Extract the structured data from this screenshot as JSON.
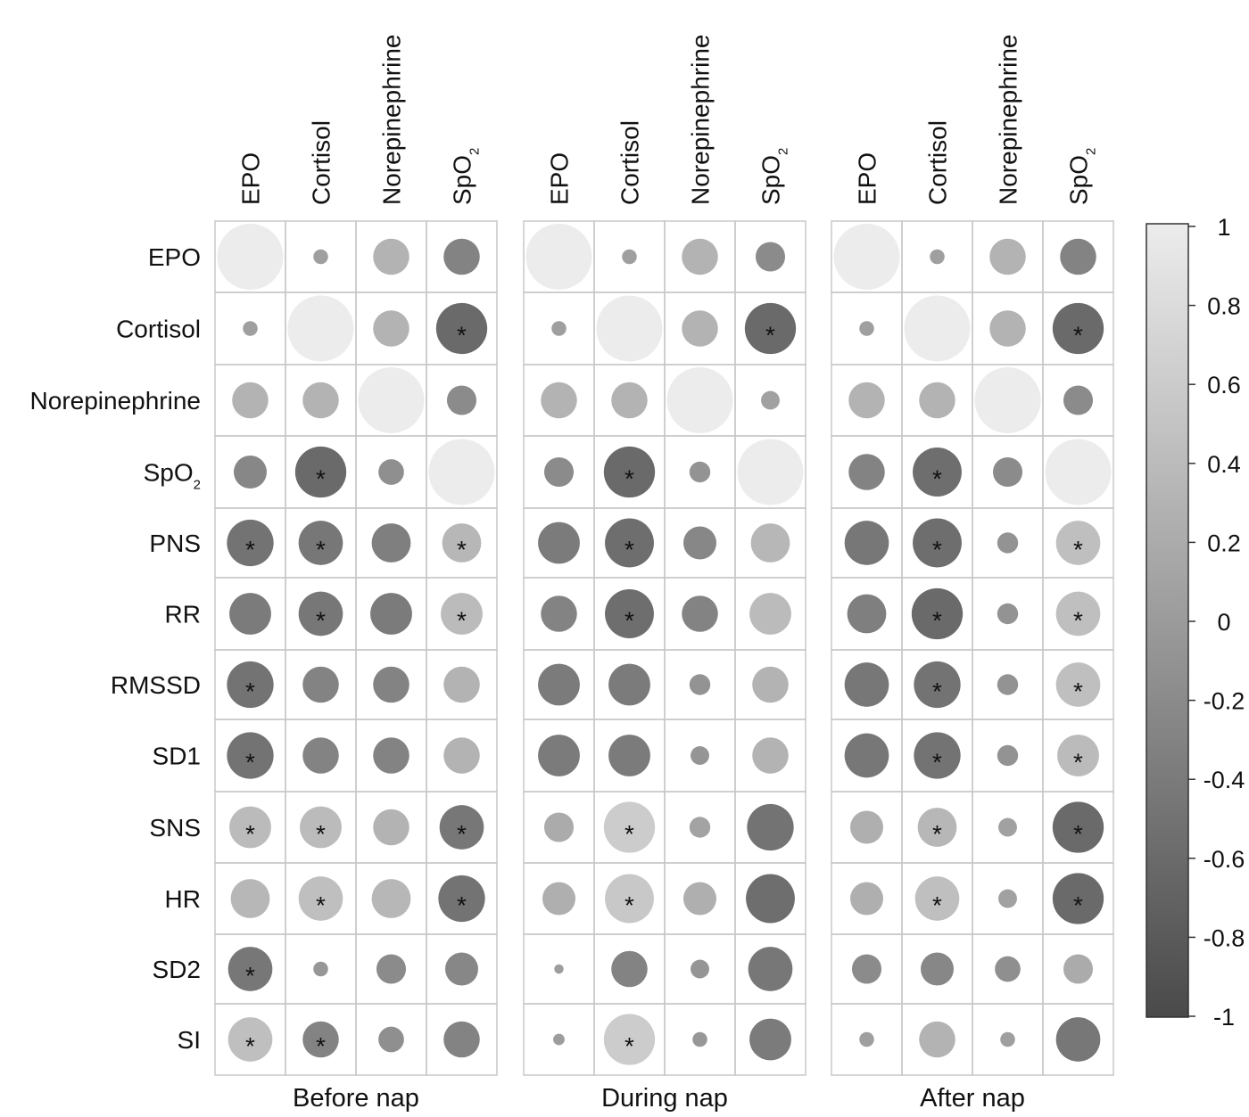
{
  "chart_data": {
    "type": "heatmap",
    "columns": [
      "EPO",
      "Cortisol",
      "Norepinephrine",
      "SpO2"
    ],
    "rows": [
      "EPO",
      "Cortisol",
      "Norepinephrine",
      "SpO2",
      "PNS",
      "RR",
      "RMSSD",
      "SD1",
      "SNS",
      "HR",
      "SD2",
      "SI"
    ],
    "subscript": {
      "SpO2": {
        "base": "SpO",
        "sub": "2"
      }
    },
    "colorbar": {
      "range": [
        -1,
        1
      ],
      "ticks": [
        "1",
        "0.8",
        "0.6",
        "0.4",
        "0.2",
        "0",
        "-0.2",
        "-0.4",
        "-0.6",
        "-0.8",
        "-1"
      ]
    },
    "panels": [
      {
        "name": "Before nap",
        "values": [
          [
            1.0,
            0.05,
            0.3,
            -0.3
          ],
          [
            0.05,
            1.0,
            0.3,
            -0.6
          ],
          [
            0.3,
            0.3,
            1.0,
            -0.2
          ],
          [
            -0.25,
            -0.6,
            -0.15,
            1.0
          ],
          [
            -0.5,
            -0.45,
            -0.35,
            0.35
          ],
          [
            -0.4,
            -0.45,
            -0.4,
            0.4
          ],
          [
            -0.5,
            -0.3,
            -0.3,
            0.3
          ],
          [
            -0.5,
            -0.3,
            -0.3,
            0.3
          ],
          [
            0.4,
            0.4,
            0.3,
            -0.45
          ],
          [
            0.35,
            0.45,
            0.35,
            -0.5
          ],
          [
            -0.45,
            -0.05,
            -0.2,
            -0.25
          ],
          [
            0.45,
            -0.3,
            -0.15,
            -0.3
          ]
        ],
        "significant": [
          [
            false,
            false,
            false,
            false
          ],
          [
            false,
            false,
            false,
            true
          ],
          [
            false,
            false,
            false,
            false
          ],
          [
            false,
            true,
            false,
            false
          ],
          [
            true,
            true,
            false,
            true
          ],
          [
            false,
            true,
            false,
            true
          ],
          [
            true,
            false,
            false,
            false
          ],
          [
            true,
            false,
            false,
            false
          ],
          [
            true,
            true,
            false,
            true
          ],
          [
            false,
            true,
            false,
            true
          ],
          [
            true,
            false,
            false,
            false
          ],
          [
            true,
            true,
            false,
            false
          ]
        ]
      },
      {
        "name": "During nap",
        "values": [
          [
            1.0,
            0.05,
            0.3,
            -0.2
          ],
          [
            0.05,
            1.0,
            0.3,
            -0.6
          ],
          [
            0.3,
            0.3,
            1.0,
            0.08
          ],
          [
            -0.2,
            -0.6,
            -0.1,
            1.0
          ],
          [
            -0.4,
            -0.55,
            -0.25,
            0.35
          ],
          [
            -0.3,
            -0.55,
            -0.3,
            0.4
          ],
          [
            -0.4,
            -0.4,
            -0.1,
            0.3
          ],
          [
            -0.4,
            -0.4,
            -0.08,
            0.3
          ],
          [
            0.2,
            0.6,
            0.1,
            -0.5
          ],
          [
            0.25,
            0.55,
            0.25,
            -0.55
          ],
          [
            0.02,
            -0.3,
            -0.08,
            -0.45
          ],
          [
            0.03,
            0.6,
            -0.05,
            -0.4
          ]
        ],
        "significant": [
          [
            false,
            false,
            false,
            false
          ],
          [
            false,
            false,
            false,
            true
          ],
          [
            false,
            false,
            false,
            false
          ],
          [
            false,
            true,
            false,
            false
          ],
          [
            false,
            true,
            false,
            false
          ],
          [
            false,
            true,
            false,
            false
          ],
          [
            false,
            false,
            false,
            false
          ],
          [
            false,
            false,
            false,
            false
          ],
          [
            false,
            true,
            false,
            false
          ],
          [
            false,
            true,
            false,
            false
          ],
          [
            false,
            false,
            false,
            false
          ],
          [
            false,
            true,
            false,
            false
          ]
        ]
      },
      {
        "name": "After nap",
        "values": [
          [
            1.0,
            0.05,
            0.3,
            -0.3
          ],
          [
            0.05,
            1.0,
            0.3,
            -0.6
          ],
          [
            0.3,
            0.3,
            1.0,
            -0.2
          ],
          [
            -0.3,
            -0.55,
            -0.2,
            1.0
          ],
          [
            -0.45,
            -0.55,
            -0.1,
            0.45
          ],
          [
            -0.35,
            -0.6,
            -0.1,
            0.45
          ],
          [
            -0.45,
            -0.5,
            -0.1,
            0.45
          ],
          [
            -0.45,
            -0.5,
            -0.1,
            0.4
          ],
          [
            0.25,
            0.35,
            0.08,
            -0.6
          ],
          [
            0.25,
            0.45,
            0.08,
            -0.6
          ],
          [
            -0.2,
            -0.25,
            -0.15,
            0.2
          ],
          [
            0.05,
            0.3,
            0.05,
            -0.45
          ]
        ],
        "significant": [
          [
            false,
            false,
            false,
            false
          ],
          [
            false,
            false,
            false,
            true
          ],
          [
            false,
            false,
            false,
            false
          ],
          [
            false,
            true,
            false,
            false
          ],
          [
            false,
            true,
            false,
            true
          ],
          [
            false,
            true,
            false,
            true
          ],
          [
            false,
            true,
            false,
            true
          ],
          [
            false,
            true,
            false,
            true
          ],
          [
            false,
            true,
            false,
            true
          ],
          [
            false,
            true,
            false,
            true
          ],
          [
            false,
            false,
            false,
            false
          ],
          [
            false,
            false,
            false,
            false
          ]
        ]
      }
    ]
  }
}
